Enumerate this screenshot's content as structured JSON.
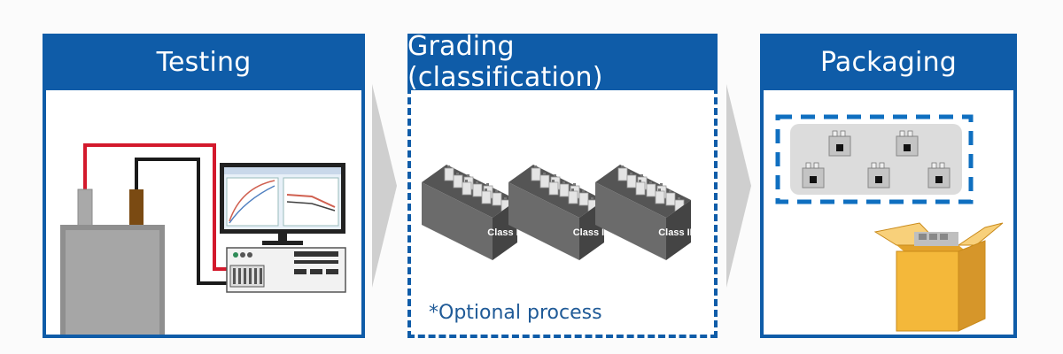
{
  "stages": [
    {
      "title": "Testing"
    },
    {
      "title": "Grading (classification)",
      "note": "*Optional process",
      "bins": [
        "Class I",
        "Class II",
        "Class III"
      ]
    },
    {
      "title": "Packaging"
    }
  ],
  "colors": {
    "header_blue": "#0f5ca8",
    "arrow_gray": "#cfcfcf",
    "cable_red": "#d3192c",
    "cable_black": "#1a1a1a",
    "terminal_brown": "#7a4a12",
    "battery_gray": "#a6a6a6",
    "box_orange": "#f4b83a"
  },
  "icons": [
    "battery-icon",
    "computer-icon",
    "tester-icon",
    "sorting-bin-icon",
    "chip-tray-icon",
    "cardboard-box-icon"
  ]
}
